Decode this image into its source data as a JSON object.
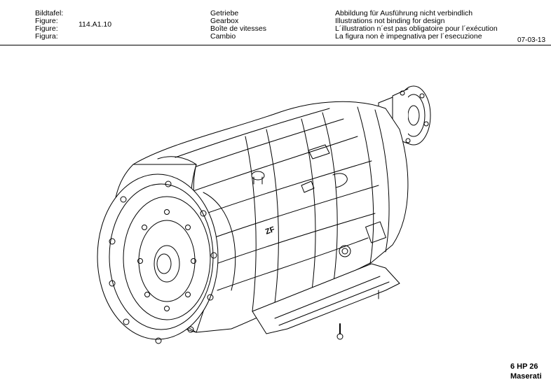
{
  "header": {
    "labels": [
      "Bildtafel:",
      "Figure:",
      "Figure:",
      "Figura:"
    ],
    "figure_number": "114.A1.10",
    "titles": [
      "Getriebe",
      "Gearbox",
      "Boîte de vitesses",
      "Cambio"
    ],
    "disclaimers": [
      "Abbildung für Ausführung nicht verbindlich",
      "Illustrations not binding for design",
      "L´illustration n´est pas obligatoire pour l´exécution",
      "La figura non è impegnativa per l´esecuzione"
    ],
    "date": "07-03-13"
  },
  "drawing": {
    "subject": "gearbox-line-drawing",
    "logo_text": "ZF"
  },
  "footer": {
    "model": "6 HP 26",
    "make": "Maserati"
  }
}
